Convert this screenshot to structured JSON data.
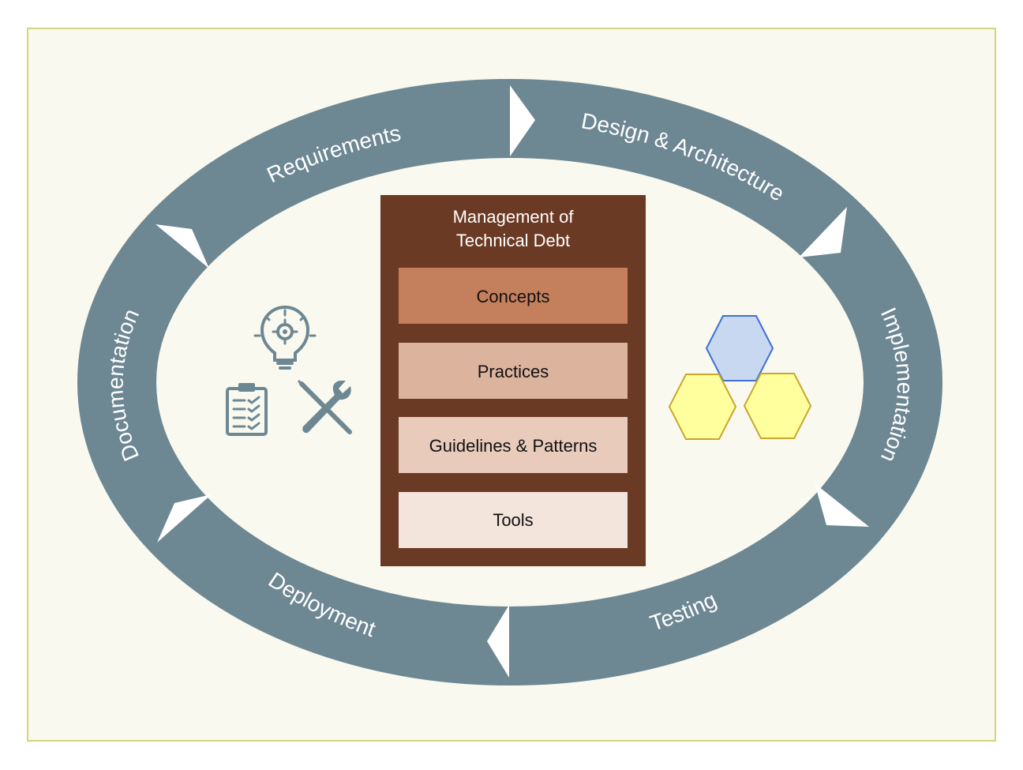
{
  "colors": {
    "background": "#f9f9ef",
    "frame_border": "#d4d47a",
    "ring": "#6d8793",
    "arrow": "#ffffff",
    "center_box": "#6b3a24",
    "layer_1": "#c47f5c",
    "layer_2": "#dcb39d",
    "layer_3": "#e8cbbb",
    "layer_4": "#f3e4dc",
    "icon_gray": "#6d8793",
    "hex_blue_fill": "#c7d8f0",
    "hex_blue_stroke": "#3f6fd6",
    "hex_yellow_fill": "#ffff9e",
    "hex_yellow_stroke": "#c9a82a"
  },
  "ring": {
    "phases": [
      {
        "id": "requirements",
        "label": "Requirements"
      },
      {
        "id": "design",
        "label": "Design & Architecture"
      },
      {
        "id": "implementation",
        "label": "Implementation"
      },
      {
        "id": "testing",
        "label": "Testing"
      },
      {
        "id": "deployment",
        "label": "Deployment"
      },
      {
        "id": "documentation",
        "label": "Documentation"
      }
    ]
  },
  "center": {
    "title_line1": "Management of",
    "title_line2": "Technical Debt",
    "layers": [
      {
        "label": "Concepts"
      },
      {
        "label": "Practices"
      },
      {
        "label": "Guidelines & Patterns"
      },
      {
        "label": "Tools"
      }
    ]
  },
  "icons": {
    "left": [
      "lightbulb-gear-icon",
      "clipboard-checklist-icon",
      "wrench-screwdriver-icon"
    ],
    "right": [
      "hexagon-cluster-icon"
    ]
  }
}
